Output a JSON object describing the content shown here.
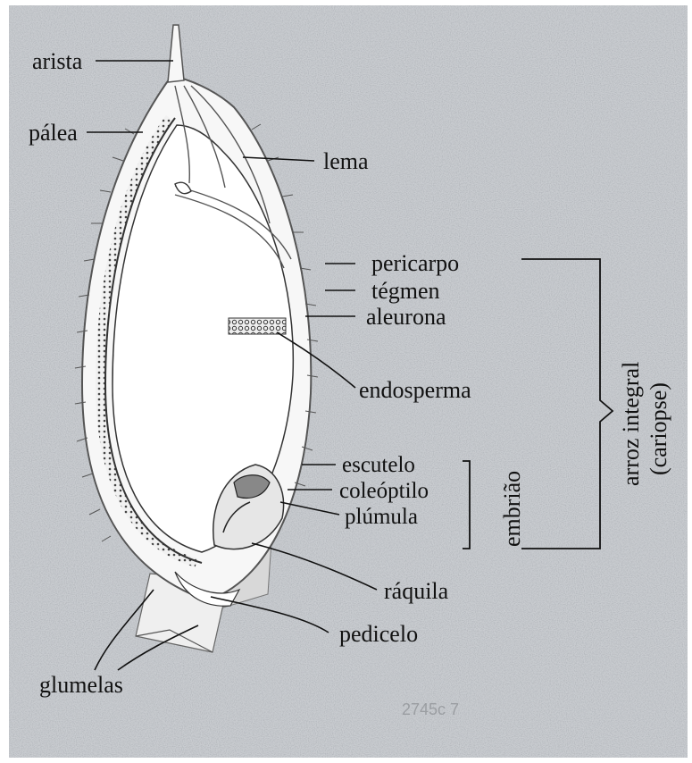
{
  "diagram": {
    "labels": {
      "arista": "arista",
      "palea": "pálea",
      "lema": "lema",
      "pericarpo": "pericarpo",
      "tegmen": "tégmen",
      "aleurona": "aleurona",
      "endosperma": "endosperma",
      "escutelo": "escutelo",
      "coleoptilo": "coleóptilo",
      "plumula": "plúmula",
      "raquila": "ráquila",
      "pedicelo": "pedicelo",
      "glumelas": "glumelas",
      "embriao": "embrião",
      "arroz_integral": "arroz integral",
      "cariopse": "(cariopse)"
    },
    "watermark": "2745c 7",
    "colors": {
      "background": "#c9ccd0",
      "ink": "#111111",
      "kernel": "#ffffff"
    }
  }
}
